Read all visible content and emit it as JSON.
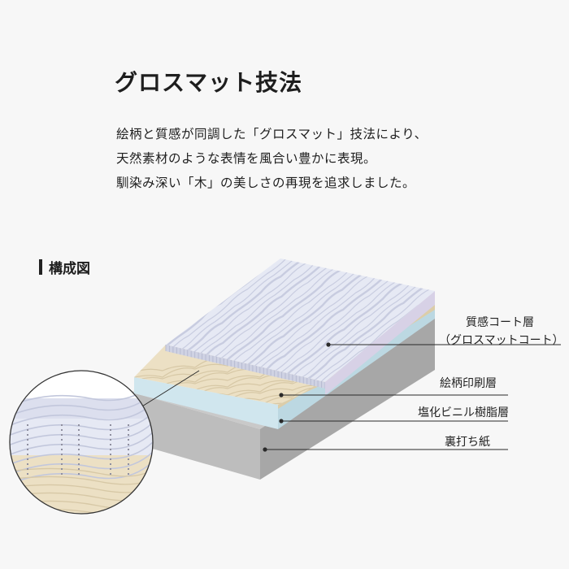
{
  "title": "グロスマット技法",
  "description": [
    "絵柄と質感が同調した「グロスマット」技法により、",
    "天然素材のような表情を風合い豊かに表現。",
    "馴染み深い「木」の美しさの再現を追求しました。"
  ],
  "section_heading": "構成図",
  "layers": [
    {
      "name": "質感コート層",
      "sub": "（グロスマットコート）"
    },
    {
      "name": "絵柄印刷層"
    },
    {
      "name": "塩化ビニル樹脂層"
    },
    {
      "name": "裏打ち紙"
    }
  ],
  "colors": {
    "background": "#f7f7f7",
    "coat_top": "#e6e9f4",
    "coat_grain": "#c2c7dc",
    "coat_side": "#d7d1e6",
    "print_layer": "#ece0c4",
    "print_grain": "#d7c8a6",
    "vinyl_layer": "#cfe5ec",
    "backing_top": "#c9c9c9",
    "backing_front": "#bdbdbd",
    "backing_side": "#a7a7a7",
    "leader_line": "#2a2a2a"
  }
}
